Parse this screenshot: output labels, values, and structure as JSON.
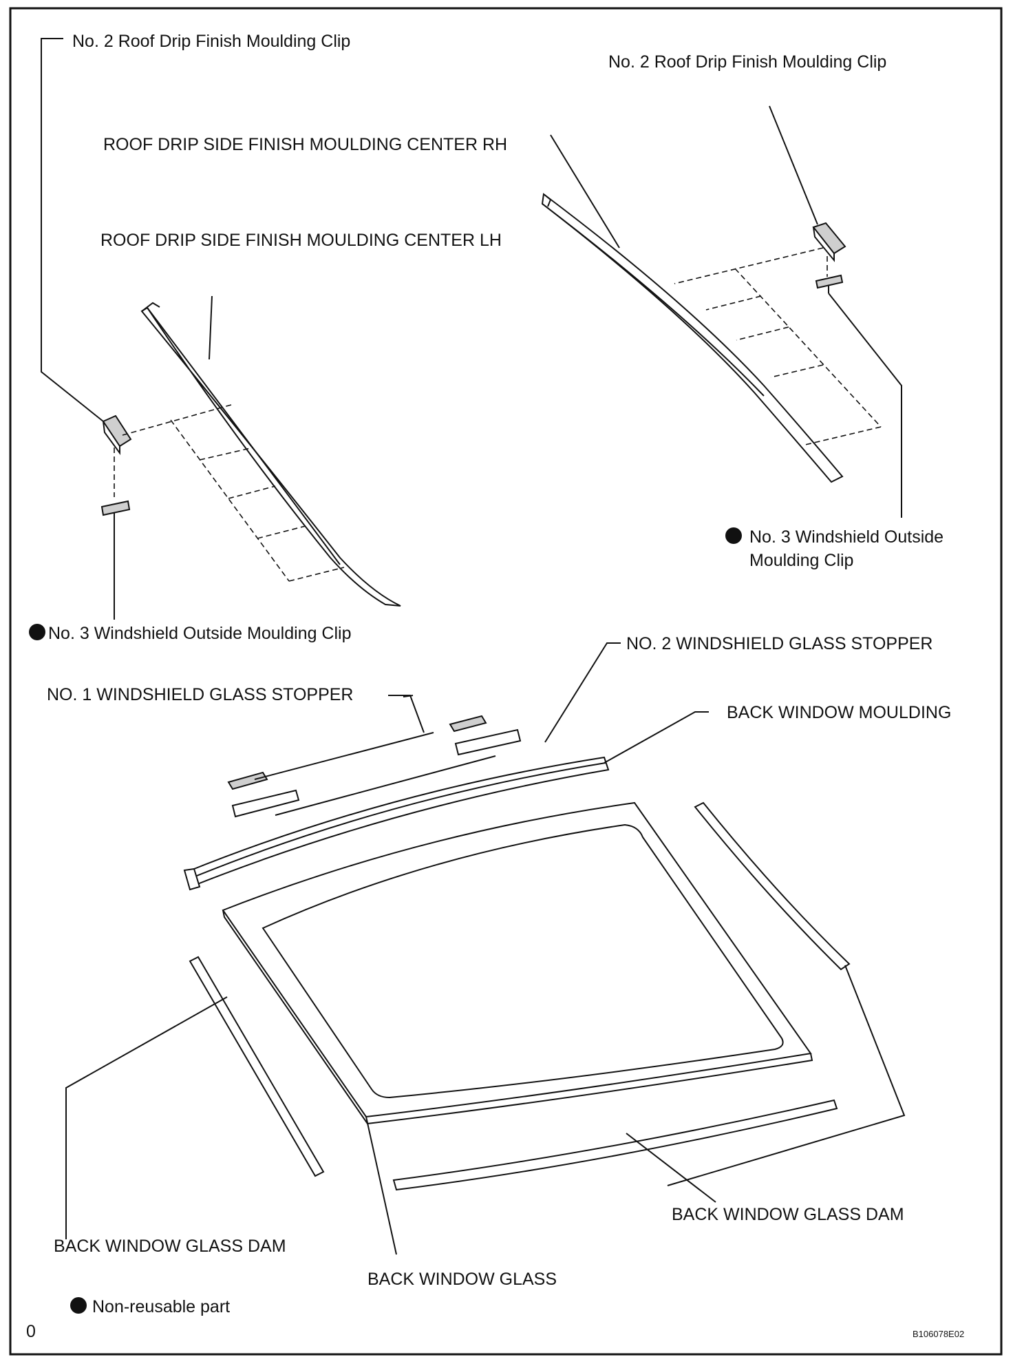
{
  "labels": {
    "clip2_left": "No. 2 Roof Drip Finish Moulding Clip",
    "clip2_right": "No. 2 Roof Drip Finish Moulding Clip",
    "moulding_rh": "ROOF DRIP SIDE FINISH MOULDING CENTER RH",
    "moulding_lh": "ROOF DRIP SIDE FINISH MOULDING CENTER LH",
    "clip3_right_line1": "No. 3 Windshield Outside",
    "clip3_right_line2": "Moulding Clip",
    "clip3_left": "No. 3 Windshield Outside Moulding Clip",
    "stopper2": "NO. 2 WINDSHIELD GLASS STOPPER",
    "stopper1": "NO. 1 WINDSHIELD GLASS STOPPER",
    "back_window_moulding": "BACK WINDOW MOULDING",
    "dam_right": "BACK WINDOW GLASS DAM",
    "dam_left": "BACK WINDOW GLASS DAM",
    "back_window_glass": "BACK WINDOW GLASS",
    "legend_non_reusable": "Non-reusable part",
    "corner_mark": "0",
    "figure_code": "B106078E02"
  }
}
